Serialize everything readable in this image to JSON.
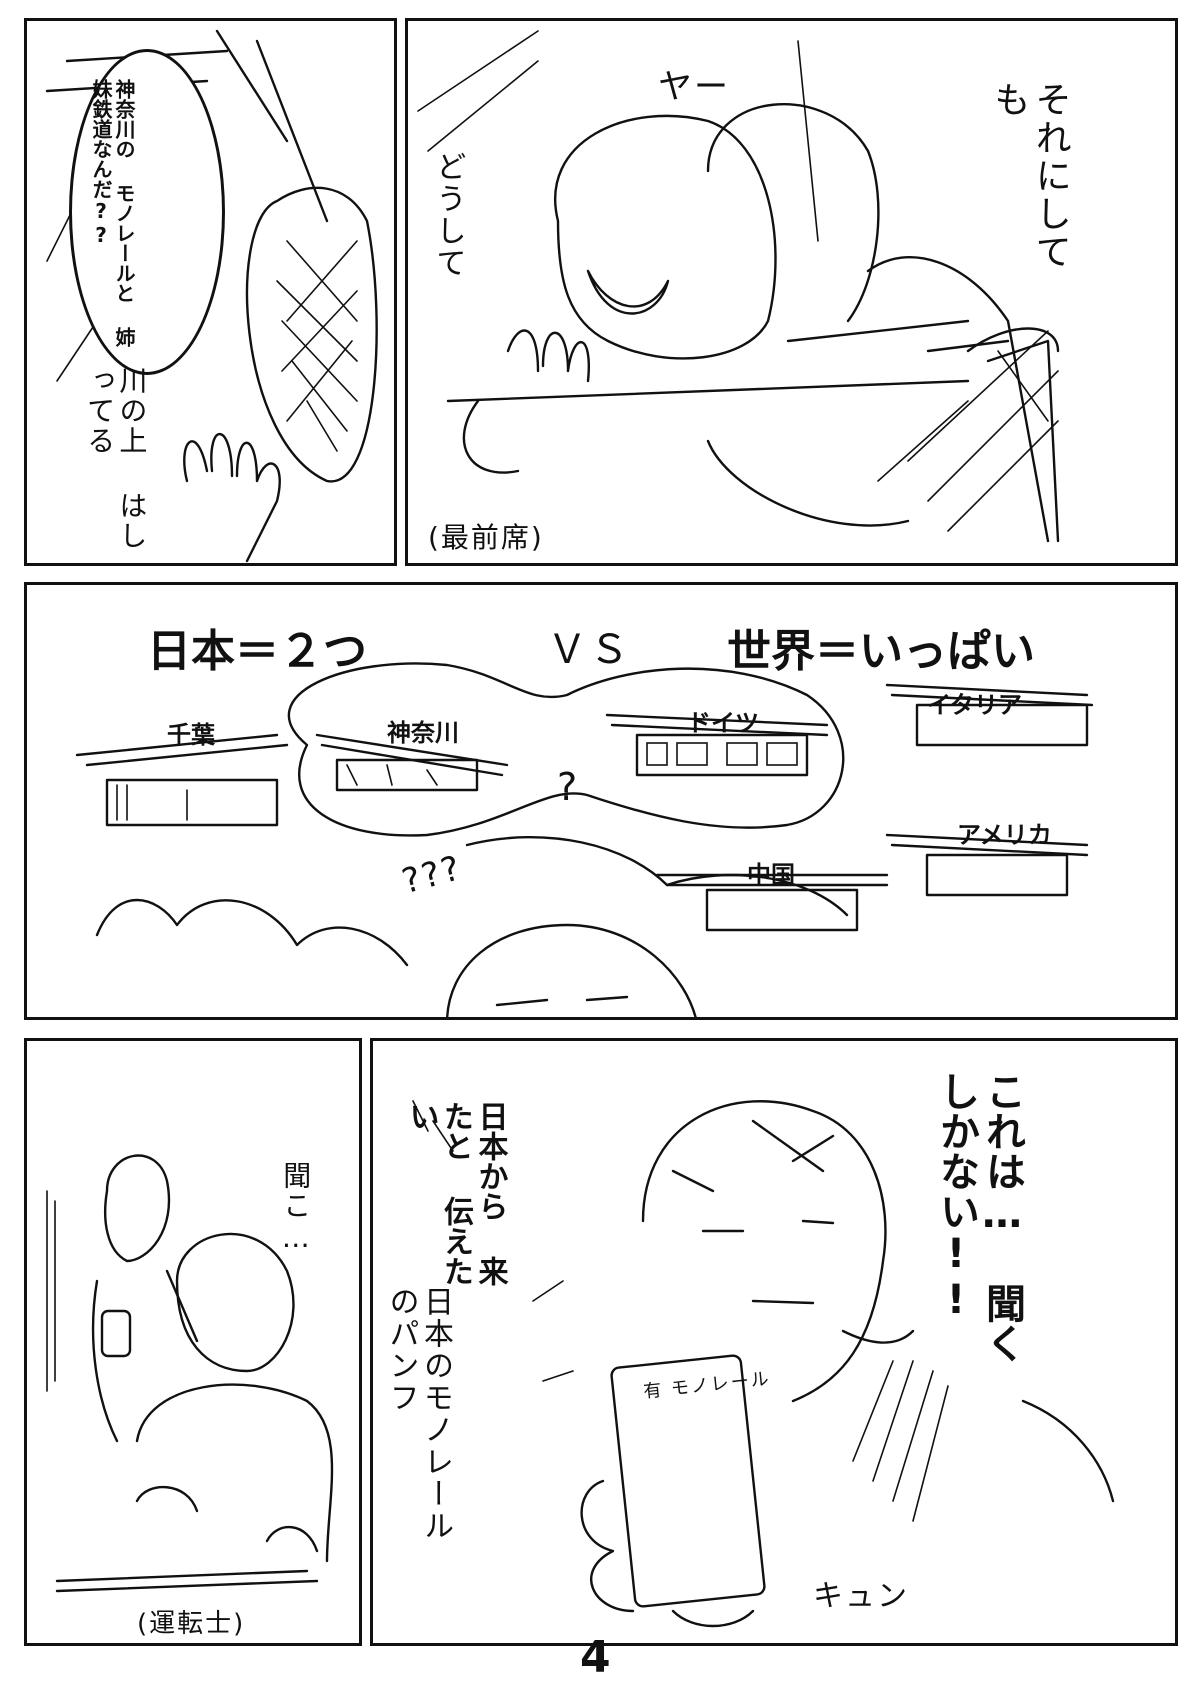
{
  "panel1": {
    "speech": [
      "神奈川の",
      "モノレールと",
      "姉妹鉄道なんだ??"
    ],
    "note": [
      "川の上",
      "はしってる"
    ]
  },
  "panel2": {
    "sfx_top": "ヤー",
    "left_text": "どうして",
    "right_text": [
      "それにして",
      "も"
    ],
    "caption": "(最前席)"
  },
  "panel3": {
    "left_title": "日本＝２つ",
    "vs": "ＶＳ",
    "right_title": "世界＝いっぱい",
    "labels": {
      "chiba": "千葉",
      "kanagawa": "神奈川",
      "germany": "ドイツ",
      "italy": "イタリア",
      "america": "アメリカ",
      "china": "中国",
      "question": "?",
      "questions": "???"
    }
  },
  "panel4": {
    "sfx": "聞こ…",
    "caption": "(運転士)"
  },
  "panel5": {
    "main": [
      "これは…",
      "聞くしかない!!"
    ],
    "side": [
      "日本から",
      "来たと",
      "伝えたい"
    ],
    "hand": [
      "日本のモノレール",
      "のパンフ"
    ],
    "phone_text": "有 モノレール",
    "sfx": "キュン"
  },
  "page_number": "4"
}
